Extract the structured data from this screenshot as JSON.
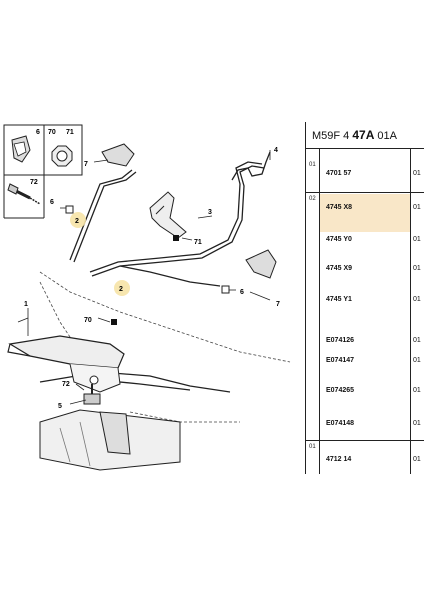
{
  "header": {
    "code_prefix": "M59F 4 ",
    "code_main": "47A",
    "code_suffix": " 01A"
  },
  "diagram_labels": {
    "l1": "1",
    "l2a": "2",
    "l2b": "2",
    "l3": "3",
    "l4": "4",
    "l5": "5",
    "l6a": "6",
    "l6b": "6",
    "l6c": "6",
    "l7a": "7",
    "l7b": "7",
    "l70a": "70",
    "l70b": "70",
    "l71a": "71",
    "l71b": "71",
    "l72a": "72",
    "l72b": "72"
  },
  "groups": [
    {
      "num": "01",
      "rows": [
        {
          "ref": "4701 57",
          "qty": "01"
        }
      ]
    },
    {
      "num": "02",
      "rows": [
        {
          "ref": "4745 X8",
          "qty": "01"
        },
        {
          "ref": "4745 Y0",
          "qty": "01"
        },
        {
          "ref": "4745 X9",
          "qty": "01"
        },
        {
          "ref": "4745 Y1",
          "qty": "01"
        }
      ]
    },
    {
      "num": "",
      "rows": [
        {
          "ref": "E074126",
          "qty": "01"
        },
        {
          "ref": "E074147",
          "qty": "01"
        },
        {
          "ref": "E074265",
          "qty": "01"
        },
        {
          "ref": "E074148",
          "qty": "01"
        }
      ]
    },
    {
      "num": "01",
      "rows": [
        {
          "ref": "4712 14",
          "qty": "01"
        }
      ]
    }
  ],
  "highlight_color": "#f9e7c8"
}
